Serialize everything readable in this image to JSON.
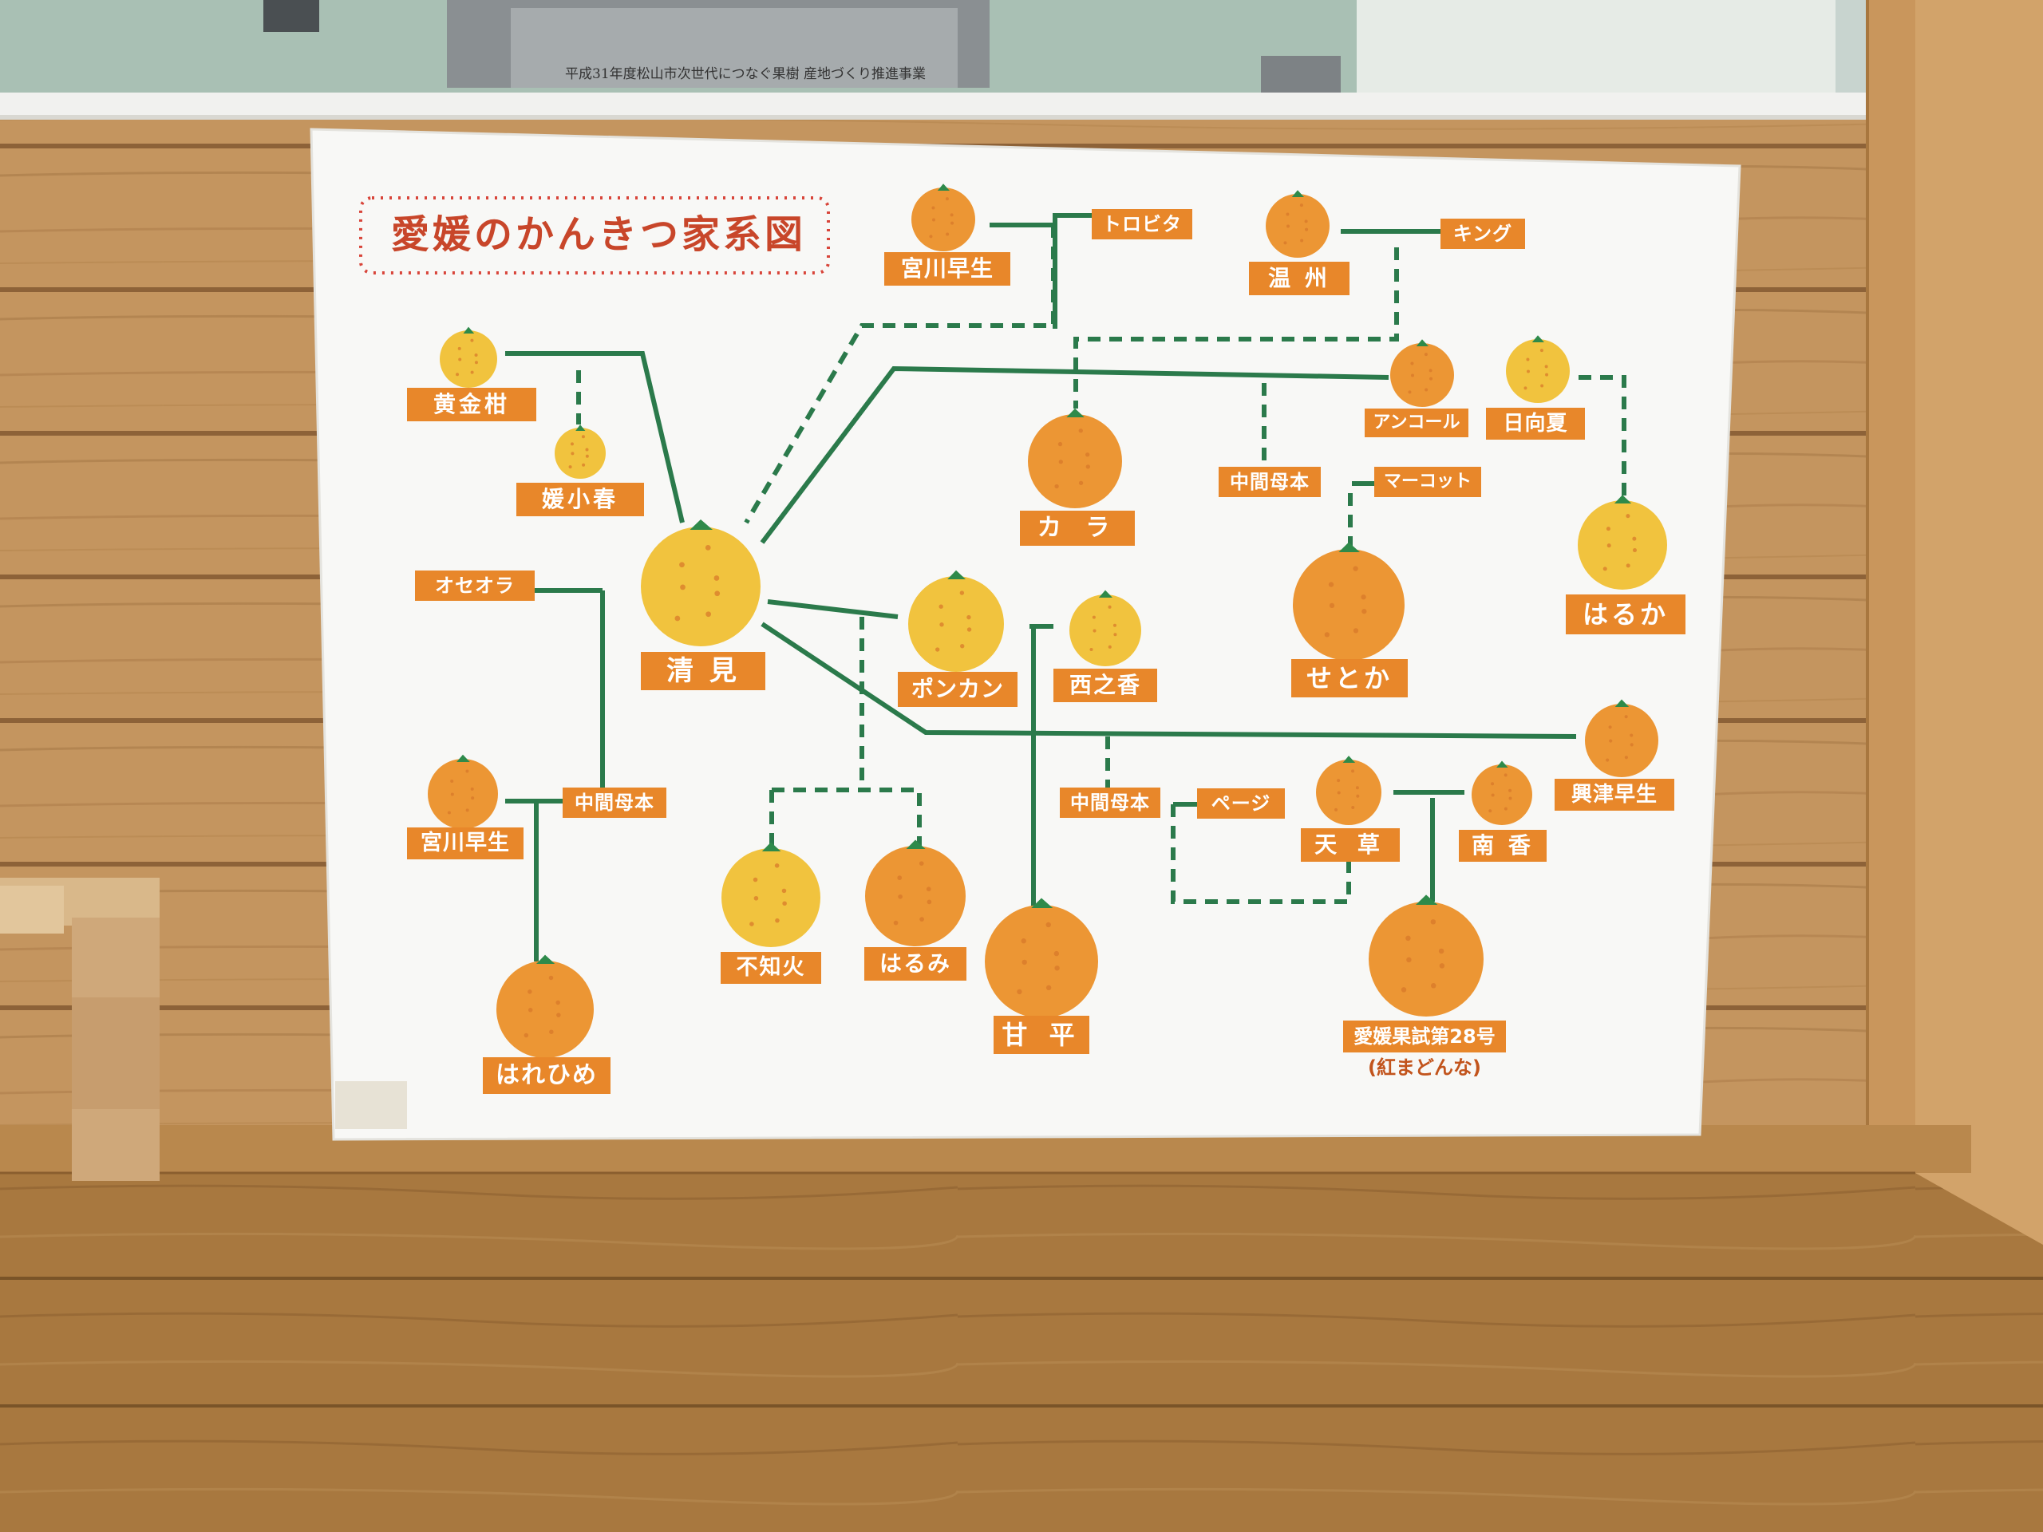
{
  "title": "愛媛のかんきつ家系図",
  "notice_text": "平成31年度松山市次世代につなぐ果樹 産地づくり推進事業",
  "colors": {
    "label_bg": "#e8872a",
    "label_text": "#ffffff",
    "title_text": "#c8462a",
    "line_green": "#2b7a4b",
    "fruit_orange": "#ec9634",
    "fruit_yellow": "#f1c33e",
    "poster": "#f8f8f6",
    "wood_wall": "#c4955f",
    "wood_floor": "#a87a48"
  },
  "labels": {
    "ogonkan": "黄金柑",
    "himekoharu": "媛小春",
    "oseora": "オセオラ",
    "kiyomi": "清 見",
    "miyagawa_top": "宮川早生",
    "toropita": "トロビタ",
    "unshu": "温 州",
    "king": "キング",
    "ankoru": "アンコール",
    "hyuganatsu": "日向夏",
    "kara": "カ ラ",
    "chukan_top": "中間母本",
    "makotto": "マーコット",
    "haruka": "はるか",
    "setoka": "せとか",
    "ponkan": "ポンカン",
    "nishinoka": "西之香",
    "okitsu": "興津早生",
    "chukan_right": "中間母本",
    "peji": "ページ",
    "amakusa": "天 草",
    "nanko": "南 香",
    "miyagawa_left": "宮川早生",
    "chukan_left": "中間母本",
    "harehime": "はれひめ",
    "shiranui": "不知火",
    "harumi": "はるみ",
    "kanpei": "甘 平",
    "ehime28": "愛媛果試第28号",
    "ehime28_sub": "(紅まどんな)"
  }
}
